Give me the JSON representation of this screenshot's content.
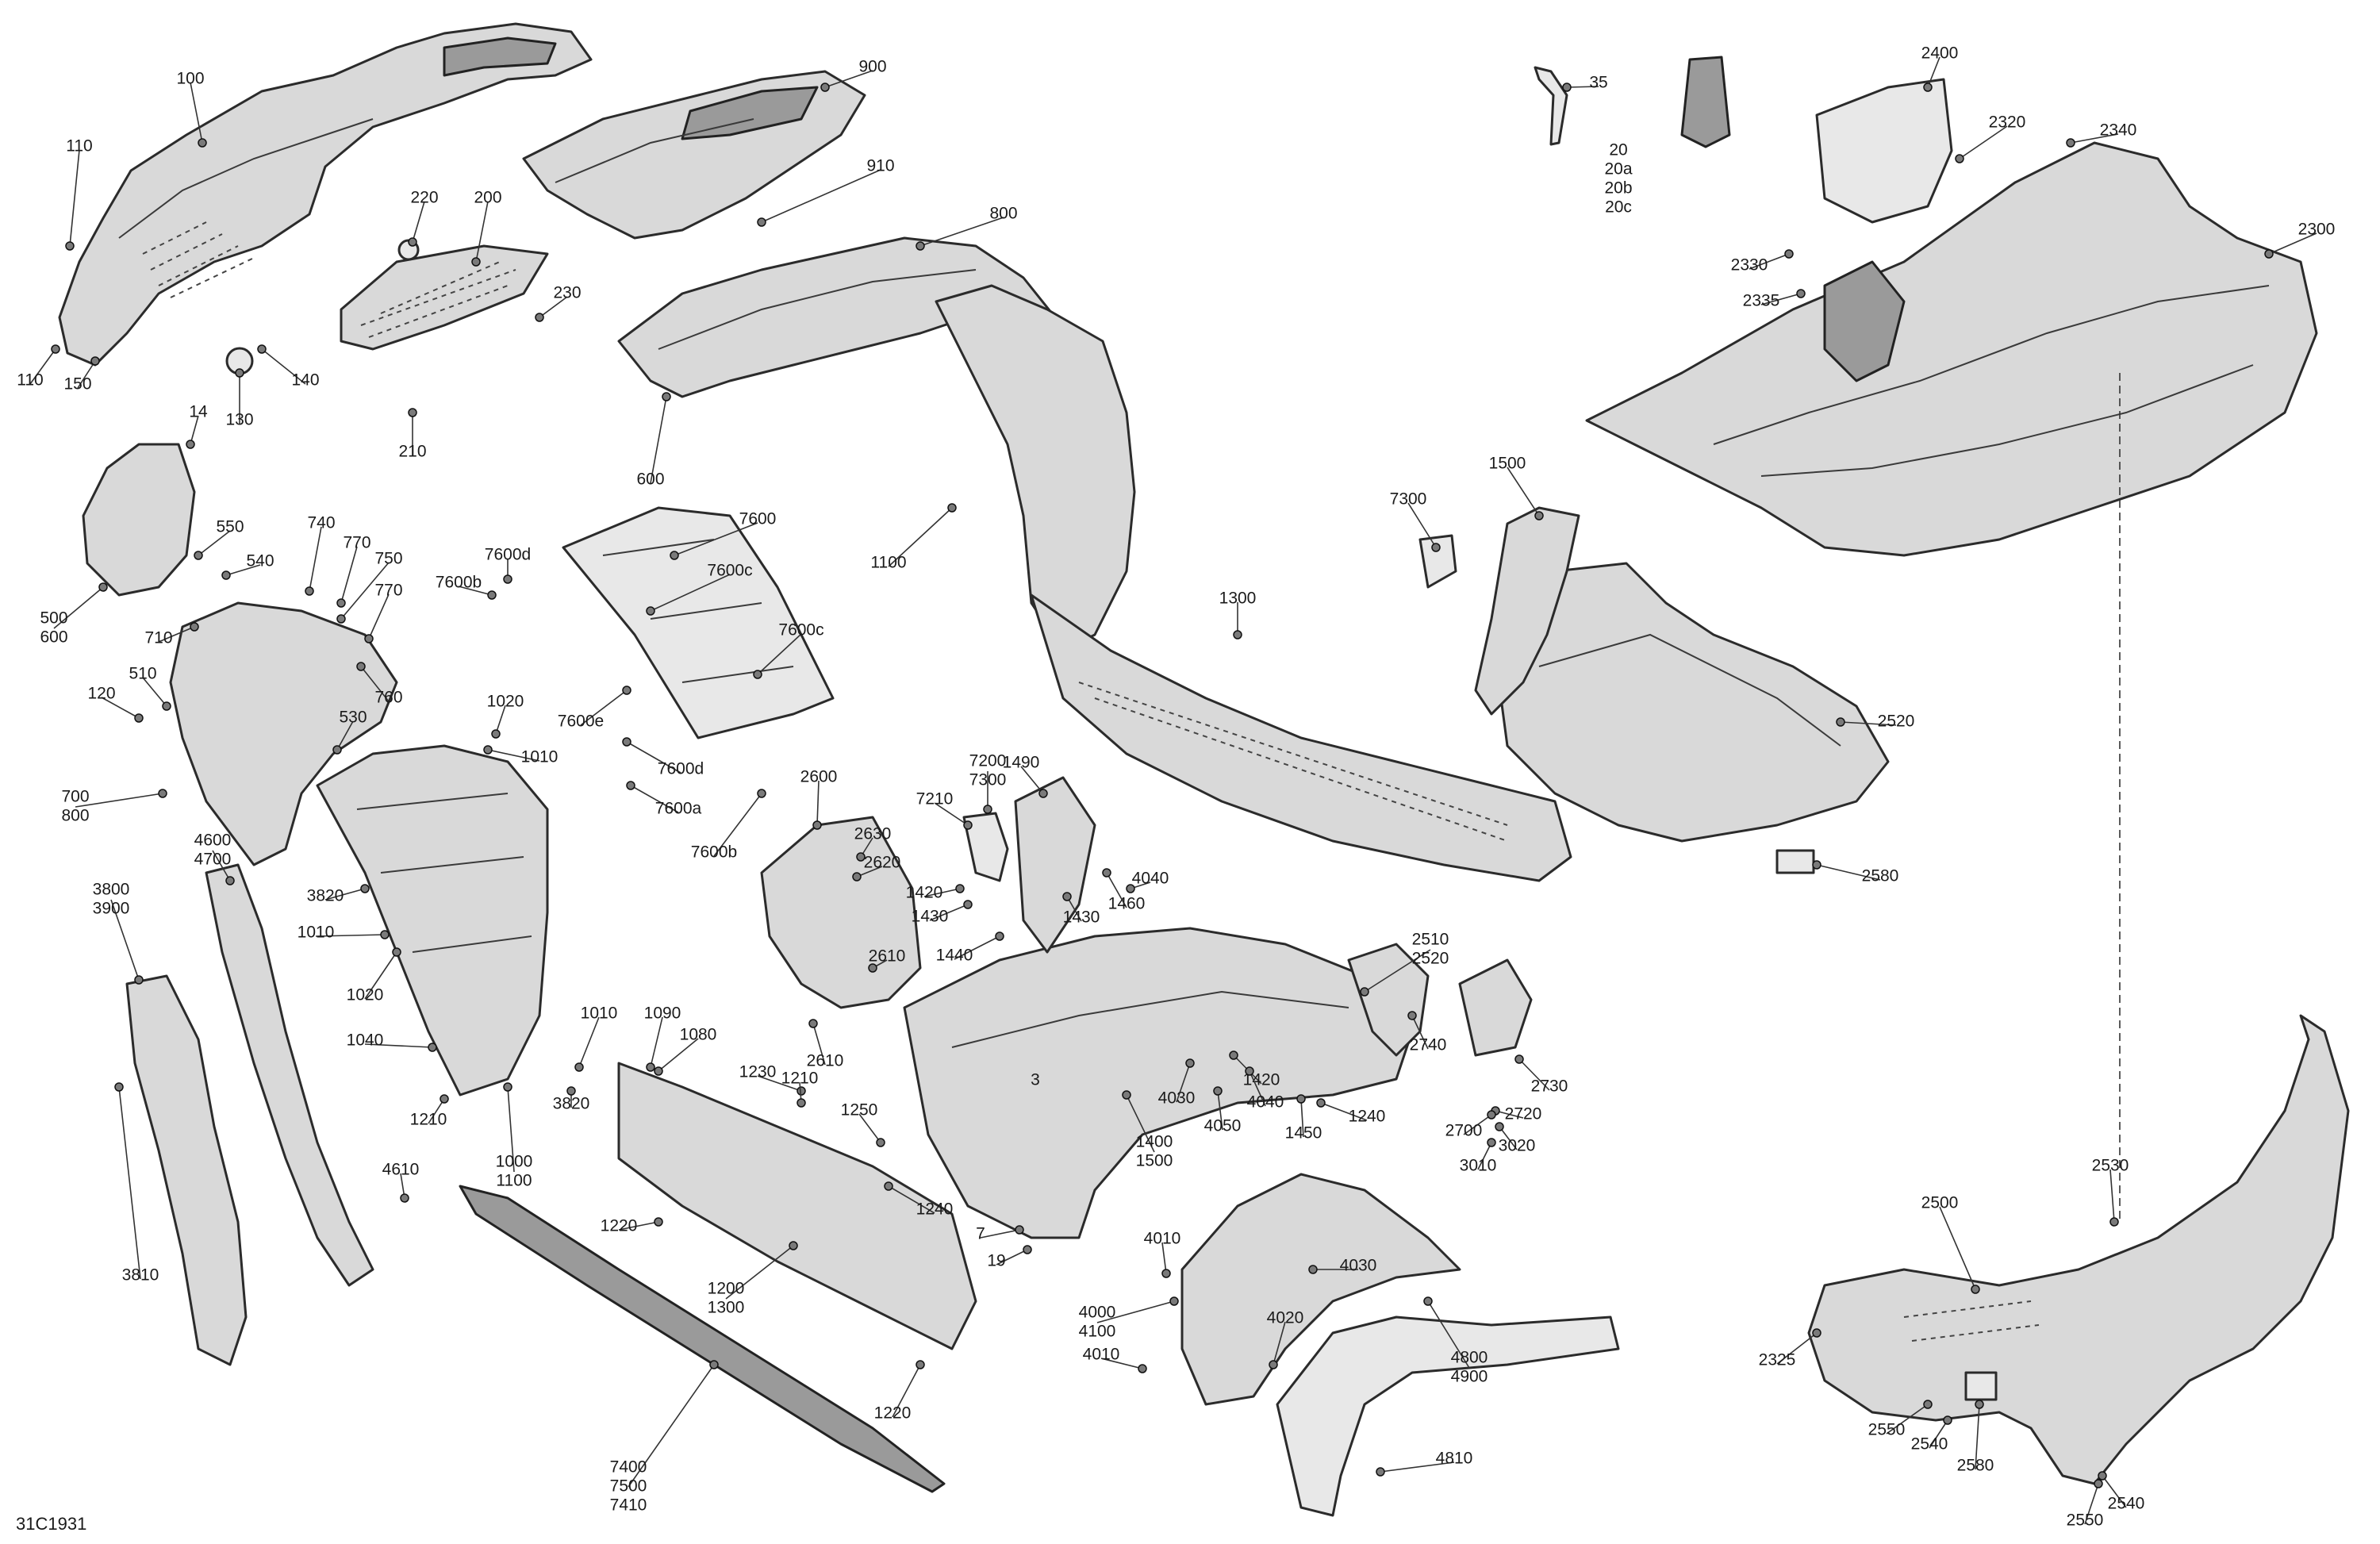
{
  "diagram": {
    "ref_code": "31C1931",
    "callouts": [
      {
        "id": "c1",
        "lines": [
          "100"
        ]
      },
      {
        "id": "c2",
        "lines": [
          "110"
        ]
      },
      {
        "id": "c3",
        "lines": [
          "110"
        ]
      },
      {
        "id": "c4",
        "lines": [
          "150"
        ]
      },
      {
        "id": "c5",
        "lines": [
          "130"
        ]
      },
      {
        "id": "c6",
        "lines": [
          "140"
        ]
      },
      {
        "id": "c7",
        "lines": [
          "14"
        ]
      },
      {
        "id": "c8",
        "lines": [
          "220"
        ]
      },
      {
        "id": "c9",
        "lines": [
          "200"
        ]
      },
      {
        "id": "c10",
        "lines": [
          "230"
        ]
      },
      {
        "id": "c11",
        "lines": [
          "210"
        ]
      },
      {
        "id": "c12",
        "lines": [
          "900"
        ]
      },
      {
        "id": "c13",
        "lines": [
          "910"
        ]
      },
      {
        "id": "c14",
        "lines": [
          "800"
        ]
      },
      {
        "id": "c15",
        "lines": [
          "600"
        ]
      },
      {
        "id": "c16",
        "lines": [
          "1100"
        ]
      },
      {
        "id": "c17",
        "lines": [
          "35"
        ]
      },
      {
        "id": "c18",
        "lines": [
          "20",
          "20a",
          "20b",
          "20c"
        ]
      },
      {
        "id": "c19",
        "lines": [
          "2400"
        ]
      },
      {
        "id": "c20",
        "lines": [
          "2320"
        ]
      },
      {
        "id": "c21",
        "lines": [
          "2340"
        ]
      },
      {
        "id": "c22",
        "lines": [
          "2300"
        ]
      },
      {
        "id": "c23",
        "lines": [
          "2330"
        ]
      },
      {
        "id": "c24",
        "lines": [
          "2335"
        ]
      },
      {
        "id": "c25",
        "lines": [
          "500",
          "600"
        ]
      },
      {
        "id": "c26",
        "lines": [
          "550"
        ]
      },
      {
        "id": "c27",
        "lines": [
          "540"
        ]
      },
      {
        "id": "c28",
        "lines": [
          "740"
        ]
      },
      {
        "id": "c29",
        "lines": [
          "770"
        ]
      },
      {
        "id": "c30",
        "lines": [
          "750"
        ]
      },
      {
        "id": "c31",
        "lines": [
          "770"
        ]
      },
      {
        "id": "c32",
        "lines": [
          "710"
        ]
      },
      {
        "id": "c33",
        "lines": [
          "760"
        ]
      },
      {
        "id": "c34",
        "lines": [
          "510"
        ]
      },
      {
        "id": "c35",
        "lines": [
          "120"
        ]
      },
      {
        "id": "c36",
        "lines": [
          "530"
        ]
      },
      {
        "id": "c37",
        "lines": [
          "700",
          "800"
        ]
      },
      {
        "id": "c38",
        "lines": [
          "7600"
        ]
      },
      {
        "id": "c39",
        "lines": [
          "7600d"
        ]
      },
      {
        "id": "c40",
        "lines": [
          "7600b"
        ]
      },
      {
        "id": "c41",
        "lines": [
          "7600c"
        ]
      },
      {
        "id": "c42",
        "lines": [
          "7600c"
        ]
      },
      {
        "id": "c43",
        "lines": [
          "7600e"
        ]
      },
      {
        "id": "c44",
        "lines": [
          "7600d"
        ]
      },
      {
        "id": "c45",
        "lines": [
          "7600a"
        ]
      },
      {
        "id": "c46",
        "lines": [
          "7600b"
        ]
      },
      {
        "id": "c47",
        "lines": [
          "1020"
        ]
      },
      {
        "id": "c48",
        "lines": [
          "1010"
        ]
      },
      {
        "id": "c49",
        "lines": [
          "7300"
        ]
      },
      {
        "id": "c50",
        "lines": [
          "1500"
        ]
      },
      {
        "id": "c51",
        "lines": [
          "1300"
        ]
      },
      {
        "id": "c52",
        "lines": [
          "2520"
        ]
      },
      {
        "id": "c53",
        "lines": [
          "2580"
        ]
      },
      {
        "id": "c54",
        "lines": [
          "4600",
          "4700"
        ]
      },
      {
        "id": "c55",
        "lines": [
          "3800",
          "3900"
        ]
      },
      {
        "id": "c56",
        "lines": [
          "3820"
        ]
      },
      {
        "id": "c57",
        "lines": [
          "1010"
        ]
      },
      {
        "id": "c58",
        "lines": [
          "1020"
        ]
      },
      {
        "id": "c59",
        "lines": [
          "1040"
        ]
      },
      {
        "id": "c60",
        "lines": [
          "1210"
        ]
      },
      {
        "id": "c61",
        "lines": [
          "1000",
          "1100"
        ]
      },
      {
        "id": "c62",
        "lines": [
          "3810"
        ]
      },
      {
        "id": "c63",
        "lines": [
          "4610"
        ]
      },
      {
        "id": "c64",
        "lines": [
          "2600"
        ]
      },
      {
        "id": "c65",
        "lines": [
          "2630"
        ]
      },
      {
        "id": "c66",
        "lines": [
          "2620"
        ]
      },
      {
        "id": "c67",
        "lines": [
          "2610"
        ]
      },
      {
        "id": "c68",
        "lines": [
          "2610"
        ]
      },
      {
        "id": "c69",
        "lines": [
          "1490"
        ]
      },
      {
        "id": "c70",
        "lines": [
          "7200",
          "7300"
        ]
      },
      {
        "id": "c71",
        "lines": [
          "7210"
        ]
      },
      {
        "id": "c72",
        "lines": [
          "1420"
        ]
      },
      {
        "id": "c73",
        "lines": [
          "1430"
        ]
      },
      {
        "id": "c74",
        "lines": [
          "1440"
        ]
      },
      {
        "id": "c75",
        "lines": [
          "1430"
        ]
      },
      {
        "id": "c76",
        "lines": [
          "1460"
        ]
      },
      {
        "id": "c77",
        "lines": [
          "4040"
        ]
      },
      {
        "id": "c78",
        "lines": [
          "1010"
        ]
      },
      {
        "id": "c79",
        "lines": [
          "1090"
        ]
      },
      {
        "id": "c80",
        "lines": [
          "1080"
        ]
      },
      {
        "id": "c81",
        "lines": [
          "3820"
        ]
      },
      {
        "id": "c82",
        "lines": [
          "1230"
        ]
      },
      {
        "id": "c83",
        "lines": [
          "1210"
        ]
      },
      {
        "id": "c84",
        "lines": [
          "1250"
        ]
      },
      {
        "id": "c85",
        "lines": [
          "1240"
        ]
      },
      {
        "id": "c86",
        "lines": [
          "1220"
        ]
      },
      {
        "id": "c87",
        "lines": [
          "1200",
          "1300"
        ]
      },
      {
        "id": "c88",
        "lines": [
          "1220"
        ]
      },
      {
        "id": "c89",
        "lines": [
          "7400",
          "7500",
          "7410"
        ]
      },
      {
        "id": "c90",
        "lines": [
          "3"
        ]
      },
      {
        "id": "c91",
        "lines": [
          "1400",
          "1500"
        ]
      },
      {
        "id": "c92",
        "lines": [
          "4030"
        ]
      },
      {
        "id": "c93",
        "lines": [
          "4050"
        ]
      },
      {
        "id": "c94",
        "lines": [
          "1420"
        ]
      },
      {
        "id": "c95",
        "lines": [
          "4040"
        ]
      },
      {
        "id": "c96",
        "lines": [
          "1450"
        ]
      },
      {
        "id": "c97",
        "lines": [
          "1240"
        ]
      },
      {
        "id": "c98",
        "lines": [
          "7"
        ]
      },
      {
        "id": "c99",
        "lines": [
          "19"
        ]
      },
      {
        "id": "c100",
        "lines": [
          "2510",
          "2520"
        ]
      },
      {
        "id": "c101",
        "lines": [
          "2740"
        ]
      },
      {
        "id": "c102",
        "lines": [
          "2730"
        ]
      },
      {
        "id": "c103",
        "lines": [
          "2720"
        ]
      },
      {
        "id": "c104",
        "lines": [
          "2700"
        ]
      },
      {
        "id": "c105",
        "lines": [
          "3020"
        ]
      },
      {
        "id": "c106",
        "lines": [
          "3010"
        ]
      },
      {
        "id": "c107",
        "lines": [
          "4010"
        ]
      },
      {
        "id": "c108",
        "lines": [
          "4030"
        ]
      },
      {
        "id": "c109",
        "lines": [
          "4000",
          "4100"
        ]
      },
      {
        "id": "c110",
        "lines": [
          "4010"
        ]
      },
      {
        "id": "c111",
        "lines": [
          "4020"
        ]
      },
      {
        "id": "c112",
        "lines": [
          "4800",
          "4900"
        ]
      },
      {
        "id": "c113",
        "lines": [
          "4810"
        ]
      },
      {
        "id": "c114",
        "lines": [
          "2500"
        ]
      },
      {
        "id": "c115",
        "lines": [
          "2530"
        ]
      },
      {
        "id": "c116",
        "lines": [
          "2325"
        ]
      },
      {
        "id": "c117",
        "lines": [
          "2550"
        ]
      },
      {
        "id": "c118",
        "lines": [
          "2540"
        ]
      },
      {
        "id": "c119",
        "lines": [
          "2580"
        ]
      },
      {
        "id": "c120",
        "lines": [
          "2550"
        ]
      },
      {
        "id": "c121",
        "lines": [
          "2540"
        ]
      }
    ]
  }
}
